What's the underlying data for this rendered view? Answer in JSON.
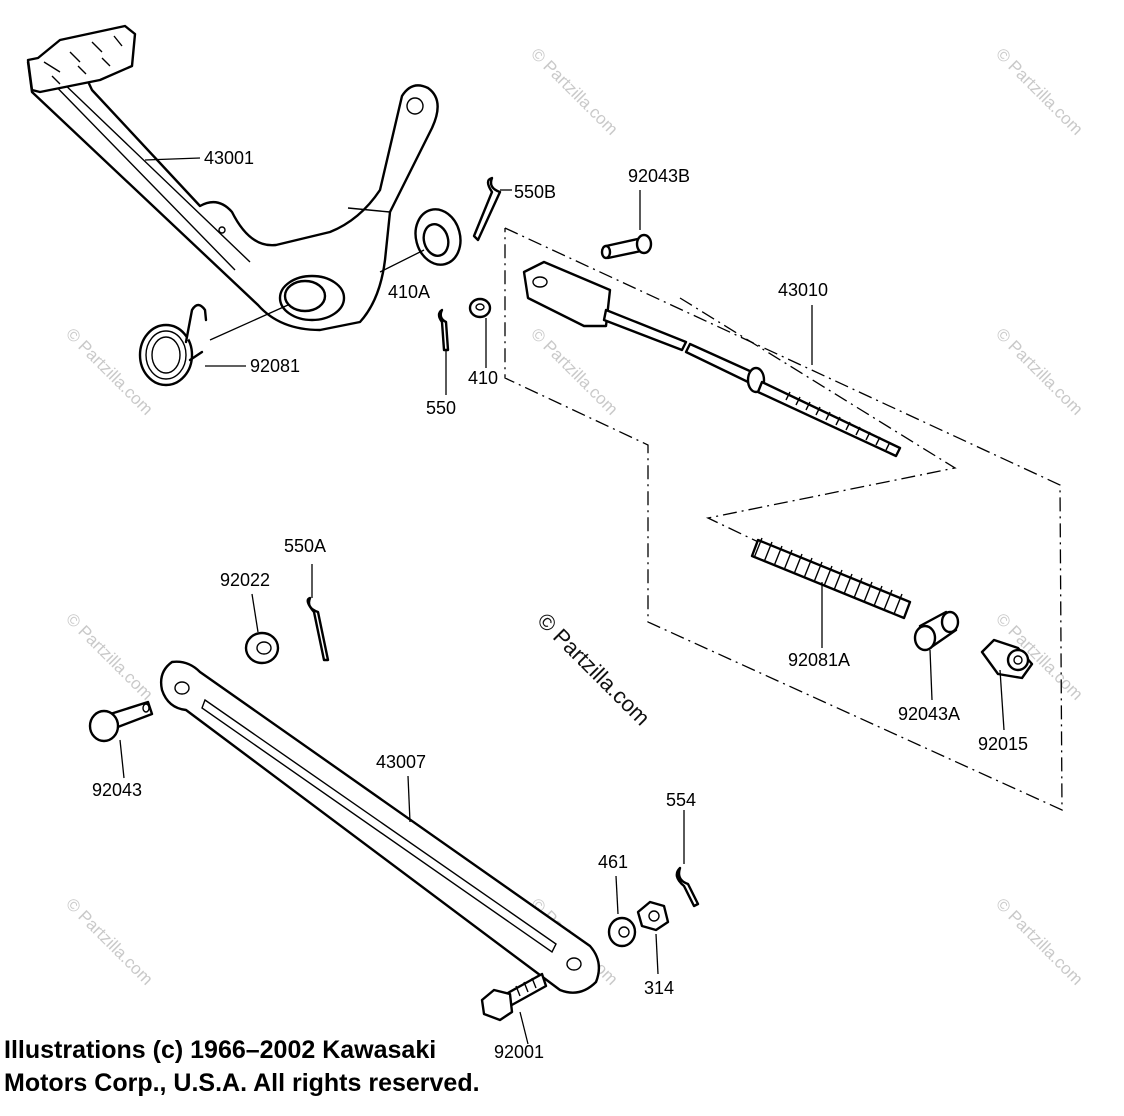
{
  "watermark": {
    "text": "© Partzilla.com"
  },
  "copyright": {
    "line1": "Illustrations (c) 1966–2002 Kawasaki",
    "line2": "Motors Corp., U.S.A.  All rights reserved."
  },
  "parts": [
    {
      "id": "p43001",
      "label": "43001"
    },
    {
      "id": "p550B",
      "label": "550B"
    },
    {
      "id": "p92043B",
      "label": "92043B"
    },
    {
      "id": "p43010",
      "label": "43010"
    },
    {
      "id": "p410A",
      "label": "410A"
    },
    {
      "id": "p92081",
      "label": "92081"
    },
    {
      "id": "p410",
      "label": "410"
    },
    {
      "id": "p550",
      "label": "550"
    },
    {
      "id": "p550A",
      "label": "550A"
    },
    {
      "id": "p92022",
      "label": "92022"
    },
    {
      "id": "p92081A",
      "label": "92081A"
    },
    {
      "id": "p92043A",
      "label": "92043A"
    },
    {
      "id": "p92015",
      "label": "92015"
    },
    {
      "id": "p92043",
      "label": "92043"
    },
    {
      "id": "p43007",
      "label": "43007"
    },
    {
      "id": "p554",
      "label": "554"
    },
    {
      "id": "p461",
      "label": "461"
    },
    {
      "id": "p314",
      "label": "314"
    },
    {
      "id": "p92001",
      "label": "92001"
    }
  ]
}
